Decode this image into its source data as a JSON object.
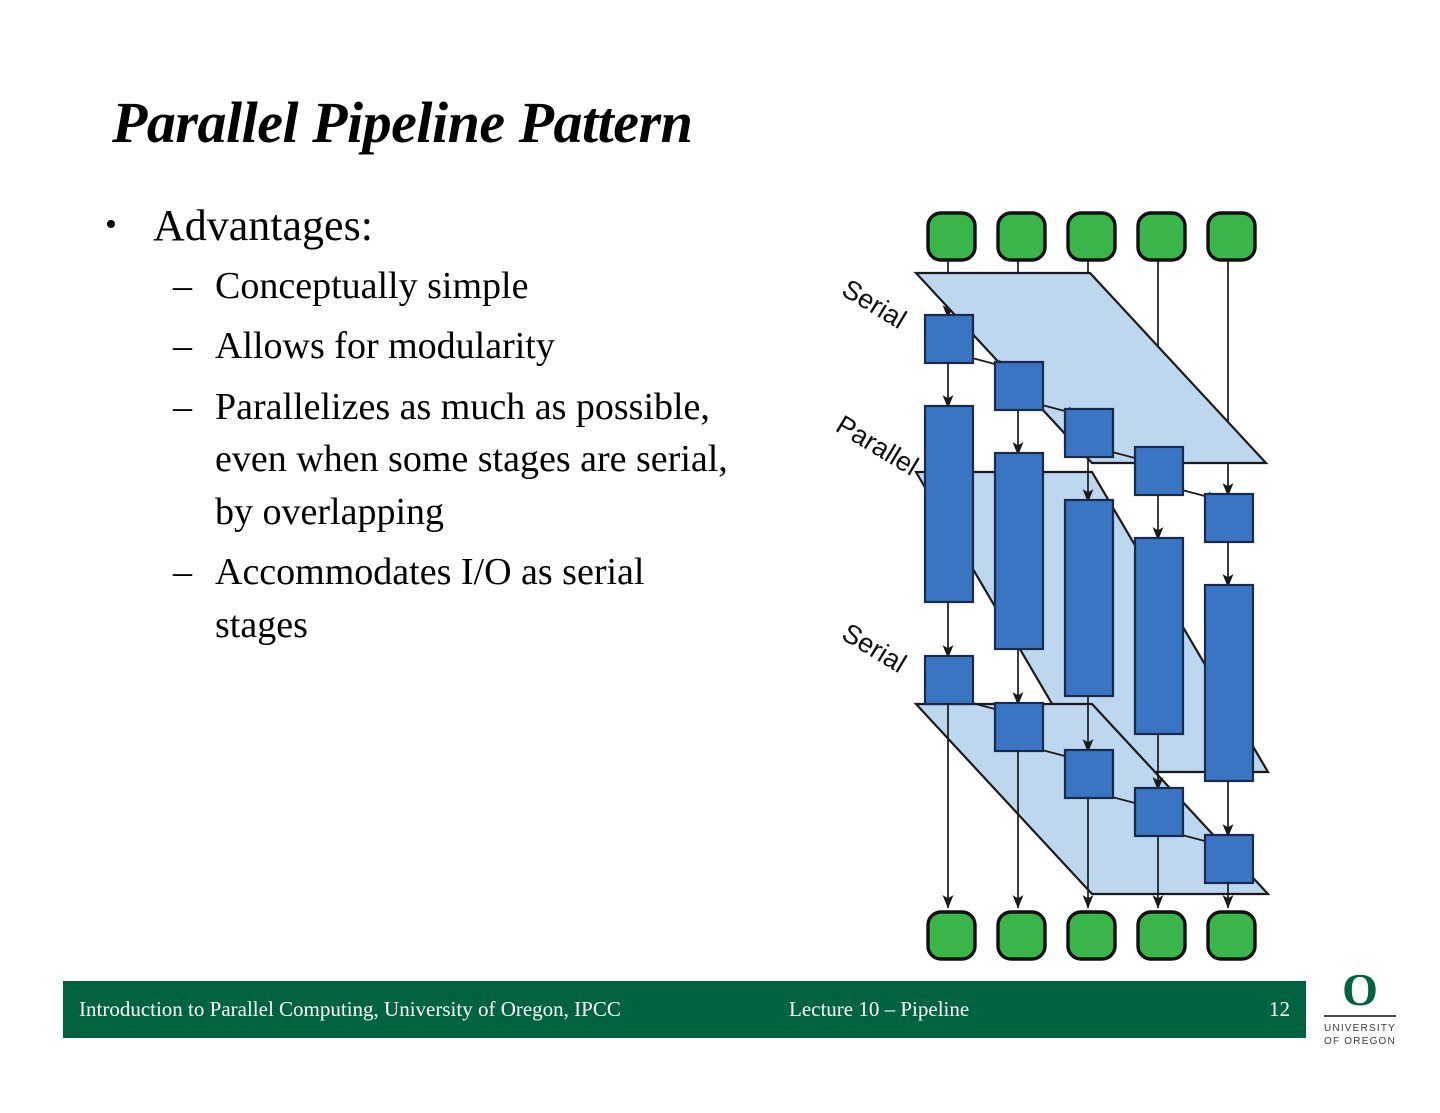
{
  "slide": {
    "title": "Parallel Pipeline Pattern",
    "bullets": [
      {
        "level": 1,
        "marker": "•",
        "text": "Advantages:"
      },
      {
        "level": 2,
        "marker": "–",
        "text": "Conceptually simple"
      },
      {
        "level": 2,
        "marker": "–",
        "text": "Allows for modularity"
      },
      {
        "level": 2,
        "marker": "–",
        "text": "Parallelizes as much as possible, even when some stages are serial, by overlapping"
      },
      {
        "level": 2,
        "marker": "–",
        "text": "Accommodates I/O as serial stages"
      }
    ]
  },
  "diagram": {
    "name": "parallel-pipeline-diagram",
    "band_labels": [
      "Serial",
      "Parallel",
      "Serial"
    ],
    "colors": {
      "band_fill": "#bdd7ee",
      "band_stroke": "#1a1a1a",
      "stage_fill": "#3a75c4",
      "stage_stroke": "#1a2b4a",
      "token_fill": "#39b54a",
      "token_stroke": "#111111",
      "arrow": "#1a1a1a"
    },
    "columns": 5,
    "top_tokens": [
      "in-1",
      "in-2",
      "in-3",
      "in-4",
      "in-5"
    ],
    "bottom_tokens": [
      "out-1",
      "out-2",
      "out-3",
      "out-4",
      "out-5"
    ],
    "stages": [
      {
        "band": "Serial",
        "column": 1,
        "kind": "short"
      },
      {
        "band": "Serial",
        "column": 2,
        "kind": "short"
      },
      {
        "band": "Serial",
        "column": 3,
        "kind": "short"
      },
      {
        "band": "Serial",
        "column": 4,
        "kind": "short"
      },
      {
        "band": "Serial",
        "column": 5,
        "kind": "short"
      },
      {
        "band": "Parallel",
        "column": 1,
        "kind": "tall"
      },
      {
        "band": "Parallel",
        "column": 2,
        "kind": "tall"
      },
      {
        "band": "Parallel",
        "column": 3,
        "kind": "tall"
      },
      {
        "band": "Parallel",
        "column": 4,
        "kind": "tall"
      },
      {
        "band": "Parallel",
        "column": 5,
        "kind": "tall"
      },
      {
        "band": "Serial",
        "column": 1,
        "kind": "short"
      },
      {
        "band": "Serial",
        "column": 2,
        "kind": "short"
      },
      {
        "band": "Serial",
        "column": 3,
        "kind": "short"
      },
      {
        "band": "Serial",
        "column": 4,
        "kind": "short"
      },
      {
        "band": "Serial",
        "column": 5,
        "kind": "short"
      }
    ]
  },
  "footer": {
    "left": "Introduction to Parallel Computing, University of Oregon, IPCC",
    "center": "Lecture 10 – Pipeline",
    "page": "12",
    "bar_color": "#00633f",
    "logo": {
      "mark": "O",
      "line1": "UNIVERSITY",
      "line2": "OF OREGON"
    }
  }
}
